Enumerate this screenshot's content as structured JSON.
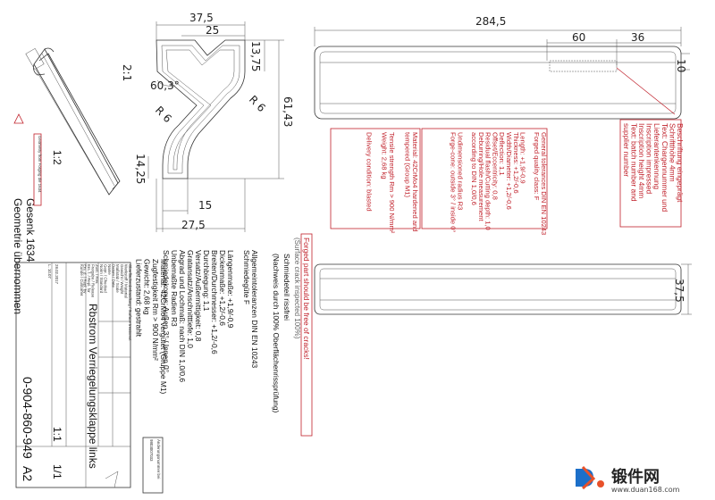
{
  "dimensions": {
    "d_37_5_top": "37,5",
    "d_25": "25",
    "d_2_1": "2:1",
    "d_60_3": "60,3°",
    "d_13_75": "13,75",
    "d_r6_left": "R 6",
    "d_r6_right": "R 6",
    "d_61_43": "61,43",
    "d_14_25": "14,25",
    "d_15": "15",
    "d_27_5": "27,5",
    "d_284_5": "284,5",
    "d_60": "60",
    "d_36": "36",
    "d_10": "10",
    "d_37_5_side": "37,5",
    "d_1_2": "1:2"
  },
  "left_part": {
    "label_1": "Gesenk 1634",
    "label_2": "Geometrie übernommen",
    "small_label": "Geometry from Forging die 1634"
  },
  "marking_note": {
    "lines": [
      "Beschriftung eingeprägt",
      "Schriftthöhe 4mm",
      "Text: Chargennummer und",
      "Lieferantenkennung",
      "Inscription impressed",
      "Inscription height 4mm",
      "Text: batch number and",
      "supplier number"
    ]
  },
  "english_tolerances": {
    "col1": [
      "General tolerances DIN EN 10243",
      "Forged quality class: F",
      "",
      "Length: +1,9/-0,9",
      "Thickness: +1,2/-0,6",
      "Width/Diameter: +1,2/-0,6",
      "Deflection: 1,1",
      "Offset/Eccentricity: 0,8",
      "Residual flash/Cutting depth: 1,0",
      "Deburring/Hole measurement",
      "according to DIN 1,0/0,6",
      "",
      "Undimensioned radius R3",
      "Forge-cone: outside 3° / inside 0°"
    ],
    "col2": [
      "Material: 42CrMo4 hardened and",
      "tempered (Group M1)",
      "",
      "Tensile strength Rm > 900 N/mm²",
      "Weight: 2,68 kg",
      "",
      "Delivery condition: blasted"
    ]
  },
  "crack_note": {
    "line1": "Forged part should be free of cracks!",
    "line2": "(Surface crack inspected 100%)"
  },
  "german_tolerances": {
    "col1": [
      "Allgemeintoleranzen DIN EN 10243",
      "Schmiedegüte F",
      "",
      "Längenmaße: +1,9/-0,9",
      "Dickenmaße: +1,2/-0,6",
      "Breiten/Durchmesser: +1,2/-0,6",
      "Durchbiegung: 1,1",
      "Versatz/Außermittigkeit: 0,8",
      "Gratansatz/Anschnitttiefe: 1,0",
      "Abgrad und Lochmaß: nach DIN 1,0/0,6",
      "Unbemaßte Radien R3",
      "Schmiedekonus: Außen 3° / Innen 0°"
    ],
    "col2": [
      "Material: 42CrMo4 vergütet (Gruppe M1)",
      "Zugfestigkeit Rm > 900 N/mm²",
      "Gewicht: 2,68 kg",
      "Lieferzustand: gestrahlt"
    ],
    "crack_de_1": "Schmiedeteil rissfrei",
    "crack_de_2": "(Nachweis durch 100% Oberflächenrissprüfung)"
  },
  "title_block": {
    "title": "Rbstrom Verriegelungsklappe links",
    "scale": "1:1",
    "drawing_number": "0-904-860-949",
    "format": "A2",
    "sheet": "1/1",
    "change_label": "Änderungsnummer bei",
    "change_value": "9803007033",
    "rows": [
      "Oberflächenbehandlung / Surface treatment",
      "Werkstoff / Material",
      "Gewicht / Weight",
      "Maßstab / Scale",
      "Datum / Date",
      "Name",
      "Gepr. / Checked",
      "Norm / Standard",
      "Zust. / Rev.",
      "Freigabe / Release",
      "Ers. f. / Repl. for",
      "Ers. d. / Repl. by"
    ],
    "meta1": "Kunde / Customer",
    "meta2": "28.02.2017",
    "meta3": "L. 10.07"
  },
  "watermark": {
    "cn": "锻件网",
    "url": "www.duan168.com"
  },
  "colors": {
    "line": "#333333",
    "annotation_red": "#c0202a",
    "background": "#ffffff"
  }
}
